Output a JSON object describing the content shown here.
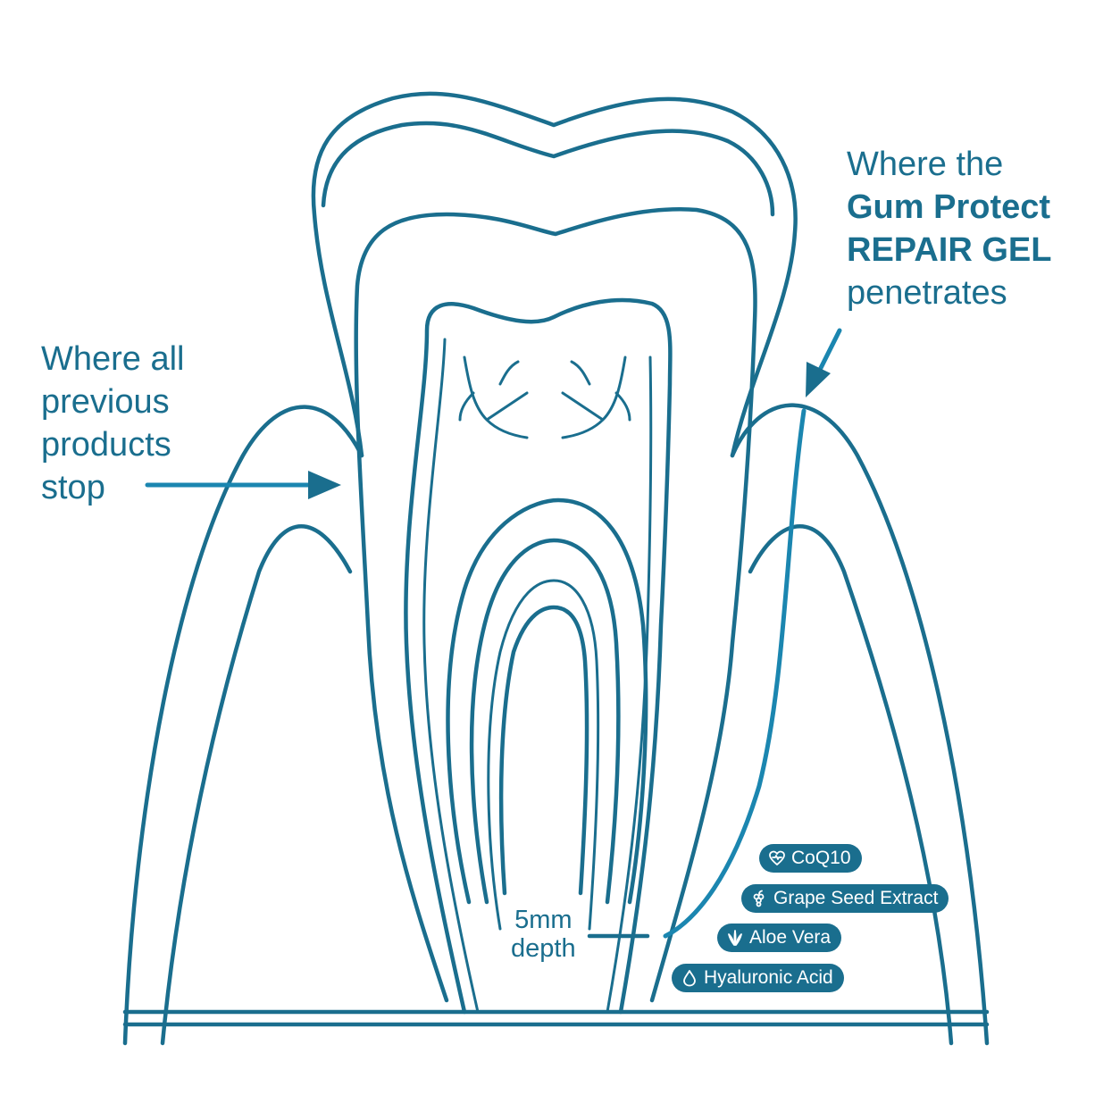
{
  "colors": {
    "line": "#1a6e8e",
    "accent": "#1b86b0",
    "pill_bg": "#1a6e8e",
    "pill_text": "#ffffff"
  },
  "left_callout": {
    "lines": [
      "Where all",
      "previous",
      "products",
      "stop"
    ]
  },
  "right_callout": {
    "line1": "Where the",
    "line2": "Gum Protect",
    "line3": "REPAIR GEL",
    "line4": "penetrates"
  },
  "depth_label": {
    "line1": "5mm",
    "line2": "depth"
  },
  "ingredients": [
    {
      "label": "CoQ10",
      "icon": "heart-icon"
    },
    {
      "label": "Grape Seed Extract",
      "icon": "grape-icon"
    },
    {
      "label": "Aloe Vera",
      "icon": "aloe-leaf-icon"
    },
    {
      "label": "Hyaluronic Acid",
      "icon": "droplet-icon"
    }
  ]
}
